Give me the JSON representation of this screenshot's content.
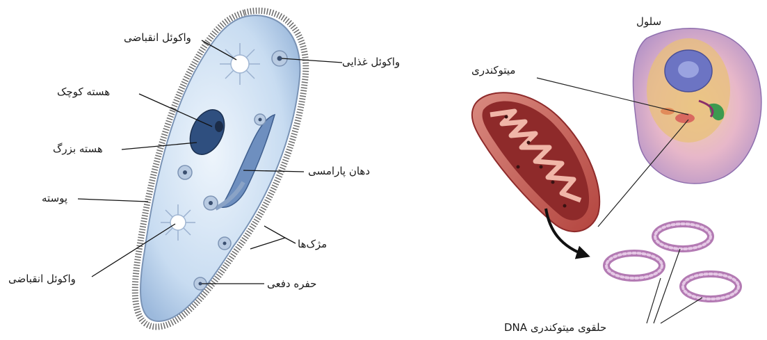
{
  "left_panel": {
    "labels": {
      "contractile_vacuole_top": "واکوئل انقباضی",
      "food_vacuole": "واکوئل غذایی",
      "micronucleus": "هسته کوچک",
      "macronucleus": "هسته بزرگ",
      "oral_groove": "دهان پارامسی",
      "pellicle": "پوسته",
      "cilia": "مژک‌ها",
      "contractile_vacuole_bottom": "واکوئل انقباضی",
      "anal_pore": "حفره دفعی"
    }
  },
  "right_panel": {
    "labels": {
      "cell": "سلول",
      "mitochondrion": "میتوکندری",
      "mito_dna": "DNA حلقوی میتوکندری"
    }
  },
  "colors": {
    "body_fill": "#cfe0f3",
    "nucleus": "#2f4f7f",
    "mito_outer": "#c9605a",
    "mito_inner": "#8e2a2a",
    "dna": "#c9a0c9",
    "cell": "#c9a9d6"
  }
}
